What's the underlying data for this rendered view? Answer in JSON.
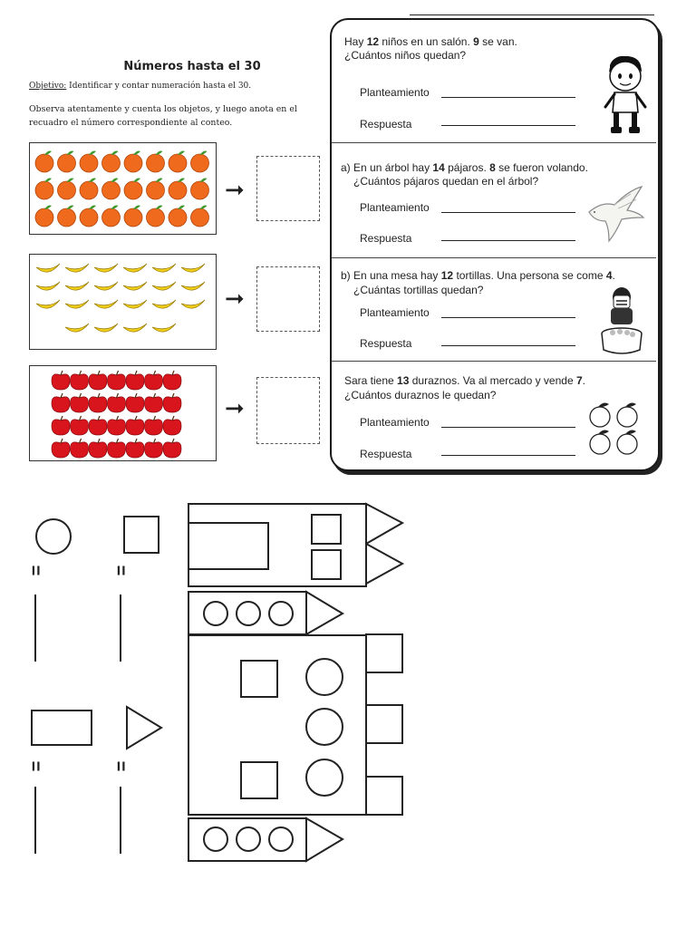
{
  "worksheet": {
    "title": "Números hasta el 30",
    "objective_label": "Objetivo:",
    "objective_text": " Identificar y contar numeración hasta el 30.",
    "instructions": "Observa atentamente y cuenta los objetos, y luego anota en el recuadro el número correspondiente al conteo."
  },
  "fruit_rows": [
    {
      "name": "oranges",
      "count": 24,
      "color": "#ef6a1c",
      "leaf": "#3e9a2e"
    },
    {
      "name": "bananas",
      "count": 22,
      "color": "#f2d01b"
    },
    {
      "name": "apples",
      "count": 28,
      "color": "#d8141c"
    }
  ],
  "problems": [
    {
      "prefix": "",
      "pre": "Hay ",
      "n1": "12",
      "mid": " niños en un salón. ",
      "n2": "9",
      "post": " se van.",
      "question": "¿Cuántos niños quedan?",
      "icon": "boy-icon"
    },
    {
      "prefix": "a) ",
      "pre": "En un árbol hay ",
      "n1": "14",
      "mid": " pájaros. ",
      "n2": "8",
      "post": " se fueron volando.",
      "question": "¿Cuántos pájaros quedan en el árbol?",
      "icon": "bird-icon"
    },
    {
      "prefix": "b) ",
      "pre": "En una mesa hay ",
      "n1": "12",
      "mid": " tortillas. Una persona se come ",
      "n2": "4",
      "post": ".",
      "question": "¿Cuántas tortillas quedan?",
      "icon": "tortilla-person-icon"
    },
    {
      "prefix": "",
      "pre": "Sara tiene ",
      "n1": "13",
      "mid": " duraznos. Va al mercado y vende ",
      "n2": "7",
      "post": ".",
      "question": "¿Cuántos duraznos le quedan?",
      "icon": "peaches-icon"
    }
  ],
  "labels": {
    "planteamiento": "Planteamiento",
    "respuesta": "Respuesta"
  },
  "shape_key": {
    "equals": "="
  }
}
